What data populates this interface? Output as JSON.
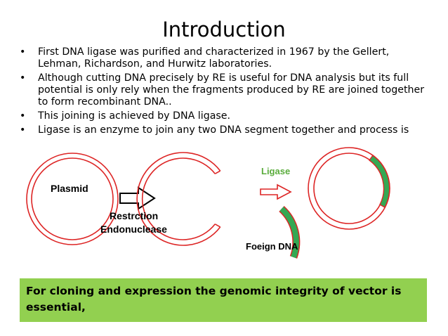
{
  "slide": {
    "title": "Introduction",
    "bullets": [
      "First DNA ligase was purified and characterized in 1967 by the Gellert, Lehman, Richardson, and Hurwitz laboratories.",
      "Although cutting DNA precisely by RE is useful for DNA analysis but its full potential is only rely when the fragments produced by RE are joined together to form recombinant DNA..",
      "This joining is achieved by  DNA ligase.",
      "Ligase is an enzyme to join any  two DNA segment together and process is"
    ],
    "diagram": {
      "plasmid_label": "Plasmid",
      "enzyme_label_line1": "Restrction",
      "enzyme_label_line2": "Endonuclease",
      "ligase_label": "Ligase",
      "foreign_dna_label": "Foeign DNA",
      "colors": {
        "ring": "#dd2525",
        "insert": "#34a853",
        "ligase_text": "#5aac3c"
      }
    },
    "banner": {
      "text": "For cloning and expression the genomic integrity of vector is essential,",
      "background": "#92d050"
    }
  }
}
